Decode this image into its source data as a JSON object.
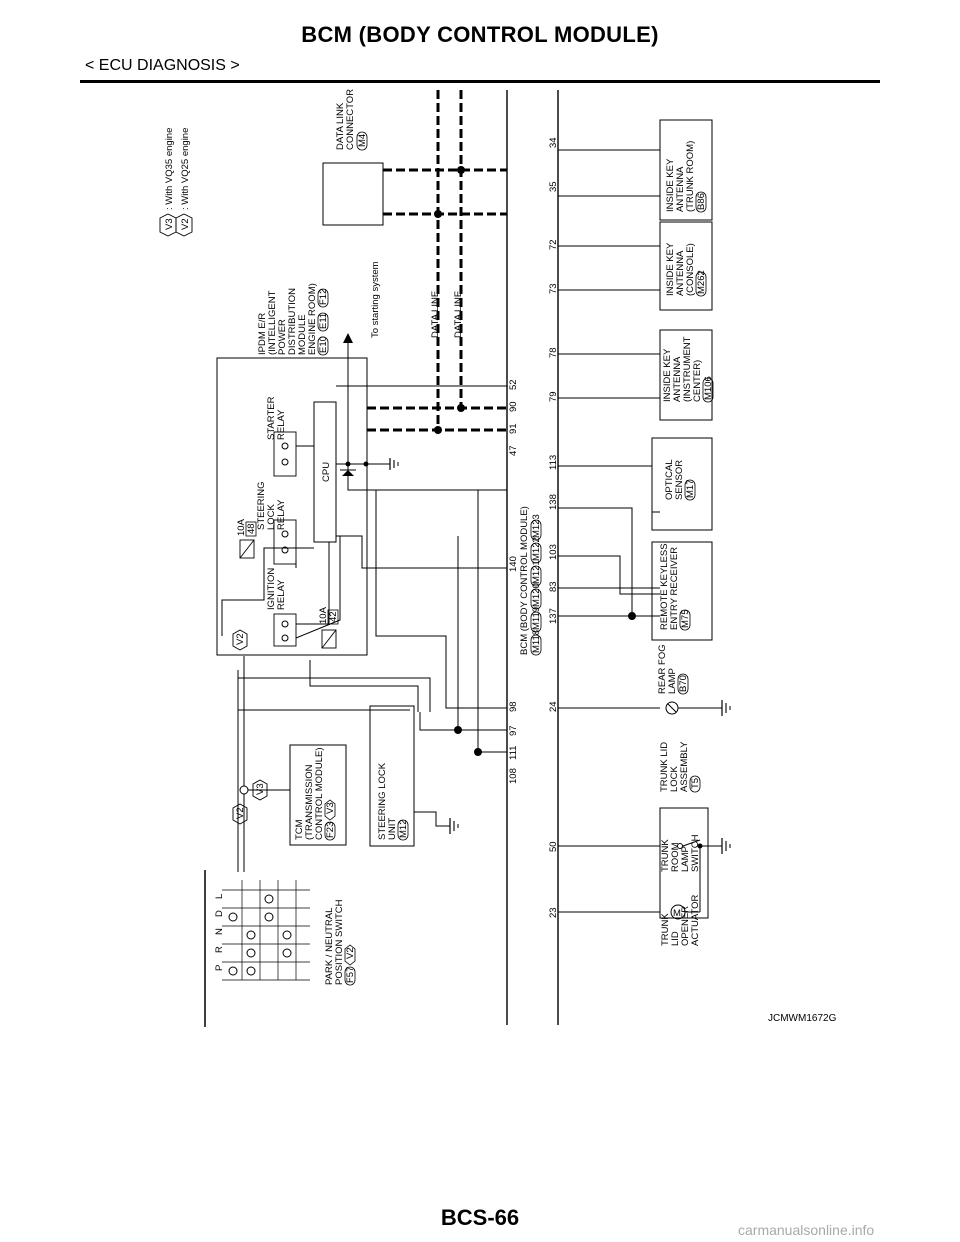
{
  "header": {
    "title": "BCM (BODY CONTROL MODULE)",
    "section": "< ECU DIAGNOSIS >"
  },
  "legend": {
    "v3_tag": "V3",
    "v3_text": ": With VQ35 engine",
    "v2_tag": "V2",
    "v2_text": ": With VQ25 engine"
  },
  "components": {
    "data_link": {
      "line1": "DATA LINK",
      "line2": "CONNECTOR",
      "conn": "M4"
    },
    "ipdm": {
      "lines": [
        "IPDM E/R",
        "(INTELLIGENT",
        "POWER",
        "DISTRIBUTION",
        "MODULE",
        "ENGINE ROOM)"
      ],
      "conns": [
        "E10",
        "E11",
        "F12"
      ],
      "starter": [
        "STARTER",
        "RELAY"
      ],
      "steering_relay": [
        "STEERING",
        "LOCK",
        "RELAY"
      ],
      "ignition": [
        "IGNITION",
        "RELAY"
      ],
      "cpu": "CPU",
      "fuse1_amp": "10A",
      "fuse1_no": "48",
      "fuse2_amp": "10A",
      "fuse2_no": "42",
      "v2_tag": "V2"
    },
    "starting_note": "To starting system",
    "data_line_1": "DATA LINE",
    "data_line_2": "DATA LINE",
    "bcm": {
      "label": "BCM (BODY CONTROL MODULE)",
      "conns": [
        "M118",
        "M119",
        "M120",
        "M121",
        "M122",
        "M123"
      ]
    },
    "steering_lock_unit": {
      "line1": "STEERING LOCK",
      "line2": "UNIT",
      "conn": "M12"
    },
    "tcm": {
      "lines": [
        "TCM",
        "(TRANSMISSION",
        "CONTROL MODULE)"
      ],
      "conn": "F23",
      "tag": "V3",
      "tag_v2": "V2",
      "tag_v3": "V3"
    },
    "park_neutral": {
      "line1": "PARK / NEUTRAL",
      "line2": "POSITION SWITCH",
      "conn": "F57",
      "tag": "V2",
      "positions": [
        "P",
        "R",
        "N",
        "D",
        "L"
      ]
    },
    "trunk_lid": {
      "line1": "TRUNK LID",
      "line2": "LOCK",
      "line3": "ASSEMBLY",
      "conn": "T5",
      "actuator": [
        "TRUNK",
        "LID",
        "OPENER",
        "ACTUATOR"
      ],
      "room_lamp": [
        "TRUNK",
        "ROOM",
        "LAMP",
        "SWITCH"
      ],
      "motor_symbol": "M"
    },
    "rear_fog": {
      "line1": "REAR FOG",
      "line2": "LAMP",
      "conn": "B70"
    },
    "keyless": {
      "line1": "REMOTE KEYLESS",
      "line2": "ENTRY RECEIVER",
      "conn": "M75"
    },
    "optical": {
      "line1": "OPTICAL",
      "line2": "SENSOR",
      "conn": "M17"
    },
    "ant_instr": {
      "lines": [
        "INSIDE KEY",
        "ANTENNA",
        "(INSTRUMENT",
        "CENTER)"
      ],
      "conn": "M106"
    },
    "ant_console": {
      "lines": [
        "INSIDE KEY",
        "ANTENNA",
        "(CONSOLE)"
      ],
      "conn": "M262"
    },
    "ant_trunk": {
      "lines": [
        "INSIDE KEY",
        "ANTENNA",
        "(TRUNK ROOM)"
      ],
      "conn": "B86"
    }
  },
  "pins": {
    "col1": [
      "52",
      "90",
      "91",
      "47",
      "140",
      "98",
      "97",
      "111",
      "108"
    ],
    "col2": [
      "34",
      "35",
      "72",
      "73",
      "78",
      "79",
      "113",
      "138",
      "103",
      "83",
      "137",
      "24",
      "50",
      "23"
    ]
  },
  "footer": {
    "ref_code": "JCMWM1672G",
    "page_number": "BCS-66",
    "watermark": "carmanualsonline.info"
  }
}
